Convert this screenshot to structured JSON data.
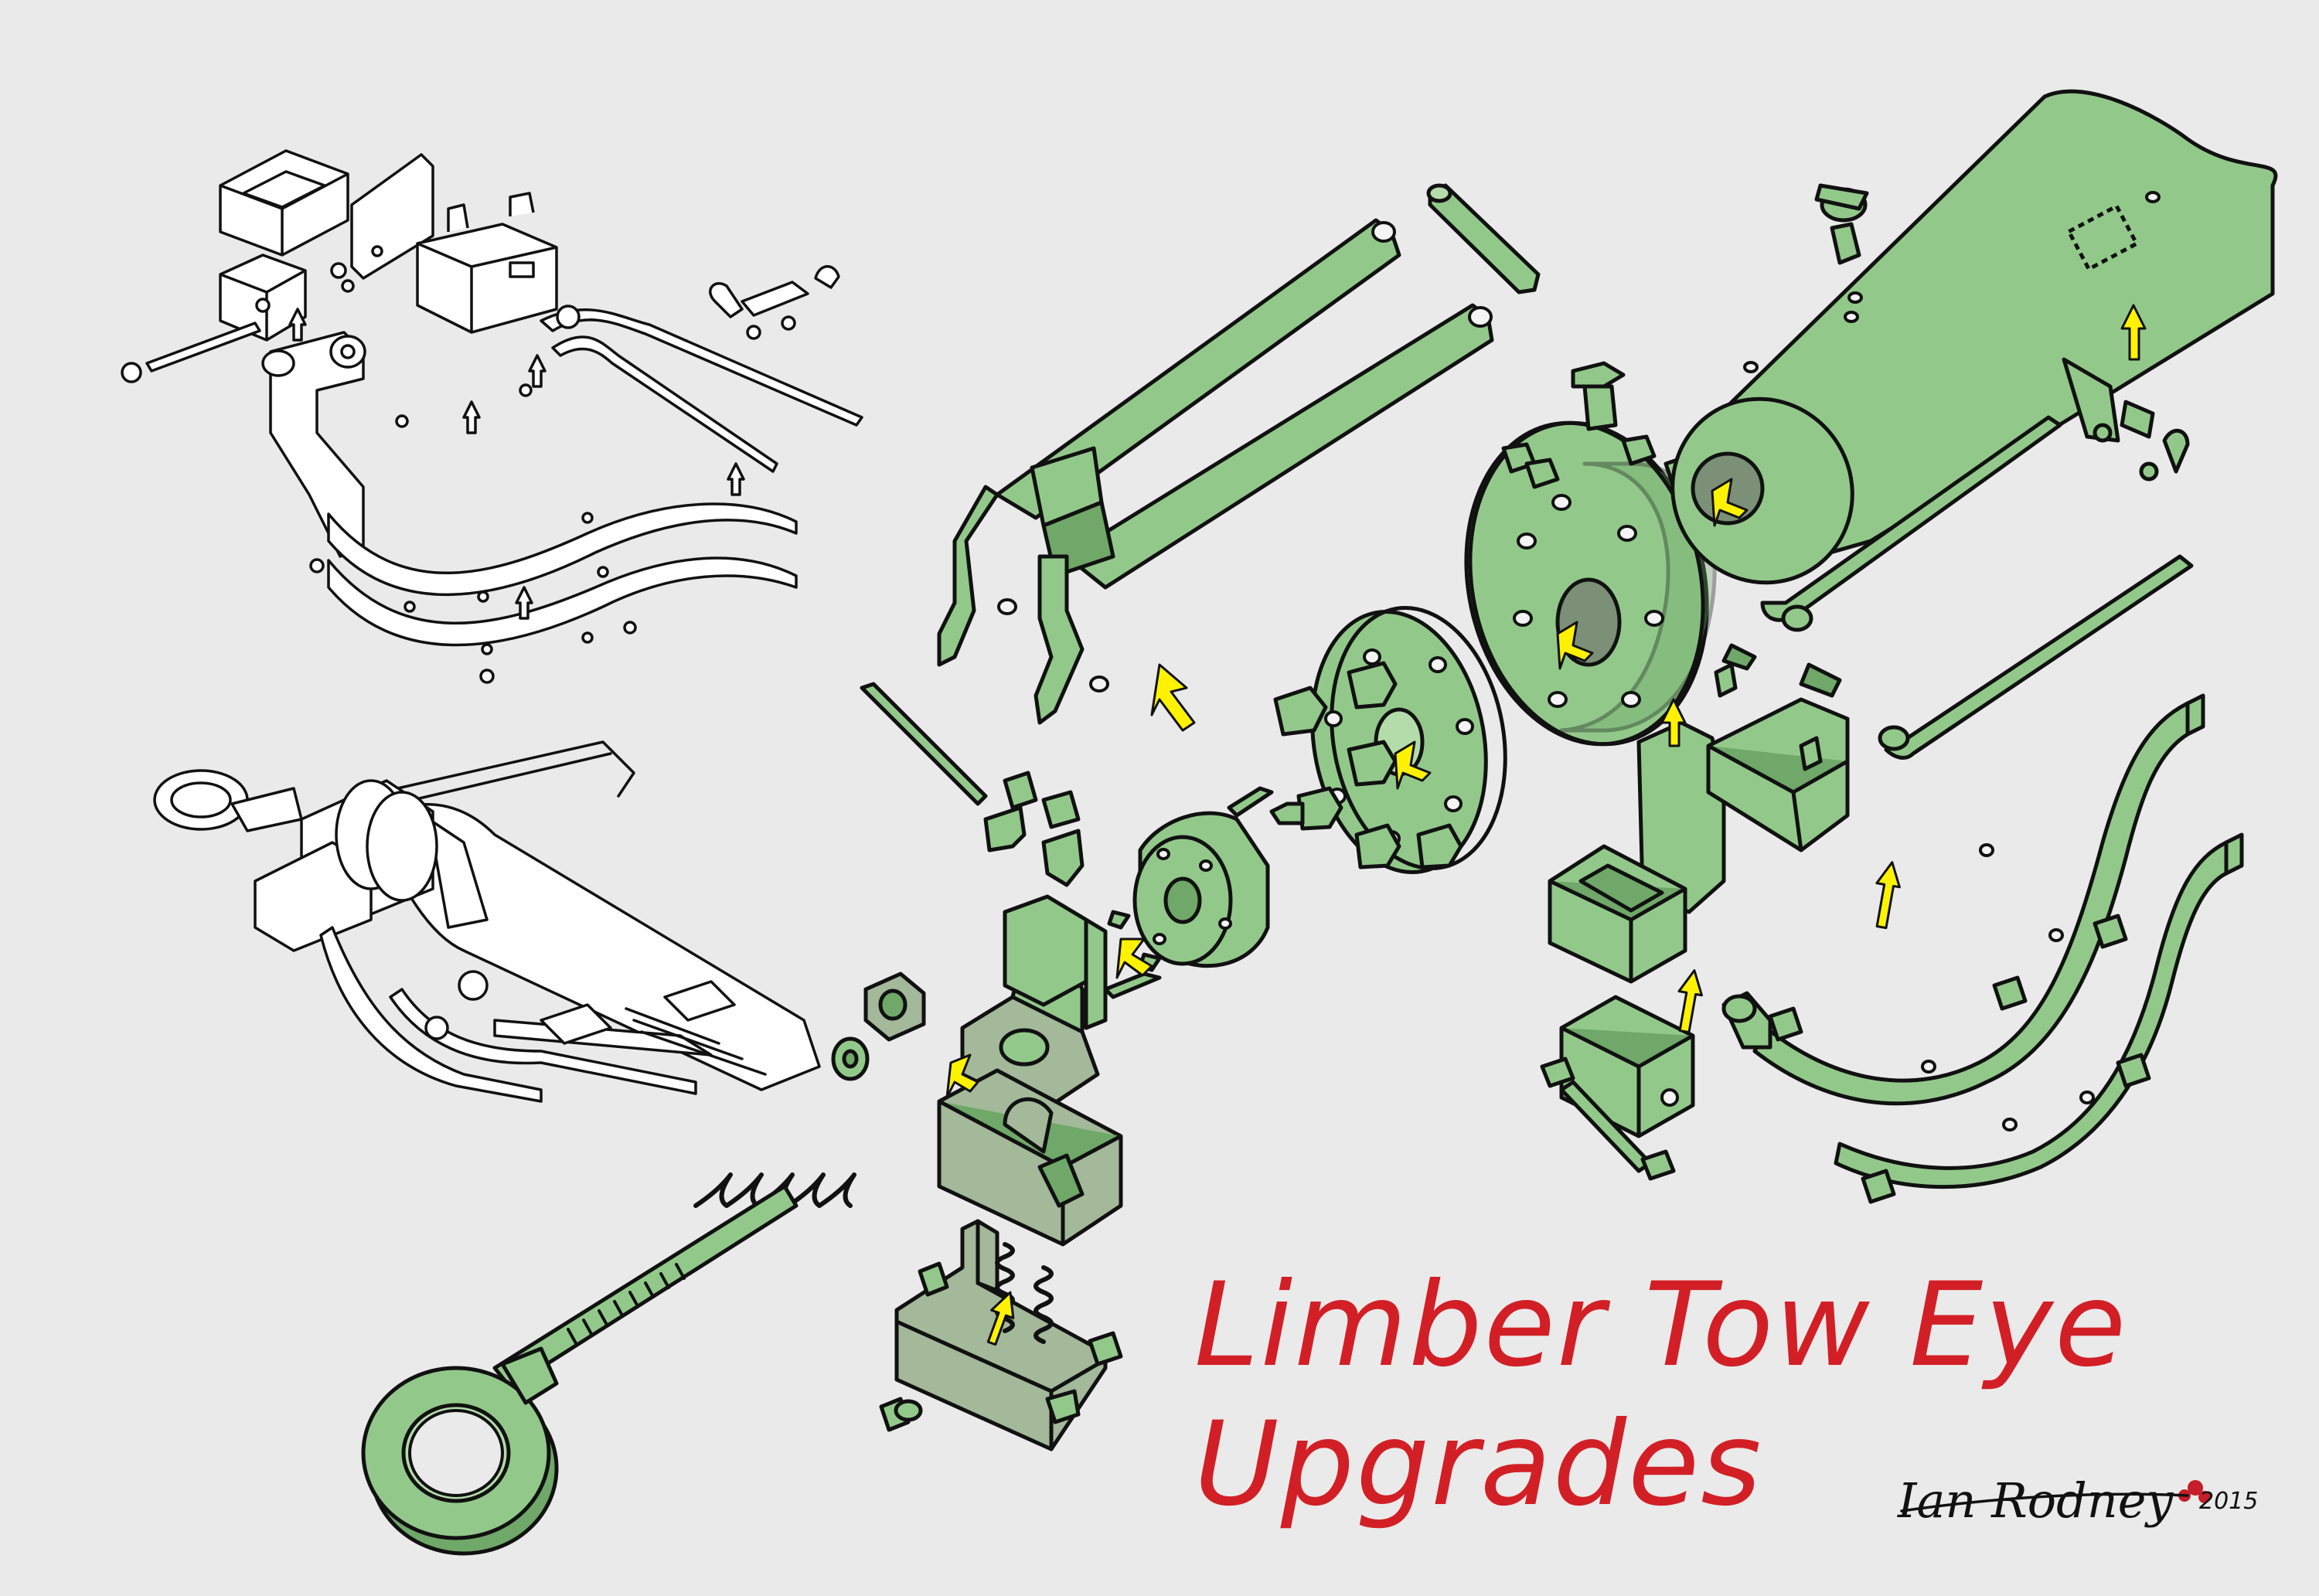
{
  "diagram": {
    "title_line_1": "Limber Tow Eye",
    "title_line_2": "Upgrades",
    "signature": "Ian Rodney",
    "year": "2015"
  },
  "colors": {
    "background": "#eaeaea",
    "part_fill": "#92c98a",
    "part_shade": "#6fa868",
    "part_light": "#b4dcaa",
    "bracket_fill": "#a3b99a",
    "outline": "#111111",
    "arrow_fill": "#fff200",
    "line_art_fill": "#ffffff",
    "title_color": "#d21f26",
    "signature_mark": "#c41e2a"
  },
  "icons": {
    "assembly_arrow": "yellow-block-arrow-icon",
    "line_arrow": "outline-arrow-icon",
    "signature_mark": "star-mark-icon"
  }
}
